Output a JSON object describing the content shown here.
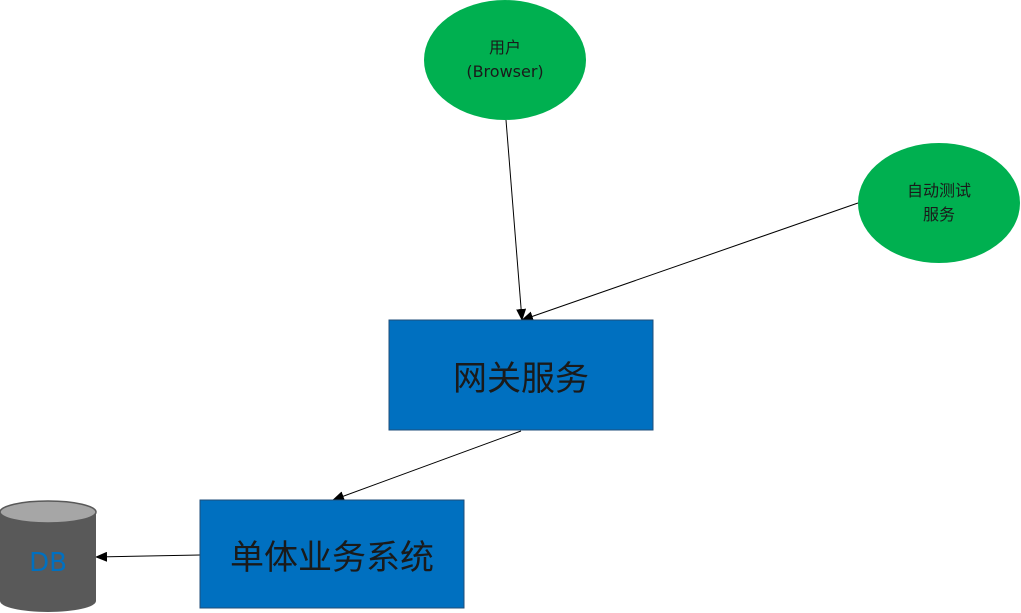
{
  "colors": {
    "ellipse_fill": "#00B050",
    "box_fill": "#0070C0",
    "box_border": "#1F4E79",
    "db_fill": "#595959",
    "db_top": "#A6A6A6",
    "edge": "#000000"
  },
  "nodes": {
    "user": {
      "line1": "用户",
      "line2": "(Browser)"
    },
    "autotest": {
      "line1": "自动测试",
      "line2": "服务"
    },
    "gateway": {
      "label": "网关服务"
    },
    "monolith": {
      "label": "单体业务系统"
    },
    "db": {
      "label": "DB"
    }
  },
  "edges": [
    {
      "from": "user",
      "to": "gateway"
    },
    {
      "from": "autotest",
      "to": "gateway"
    },
    {
      "from": "gateway",
      "to": "monolith"
    },
    {
      "from": "monolith",
      "to": "db"
    }
  ]
}
